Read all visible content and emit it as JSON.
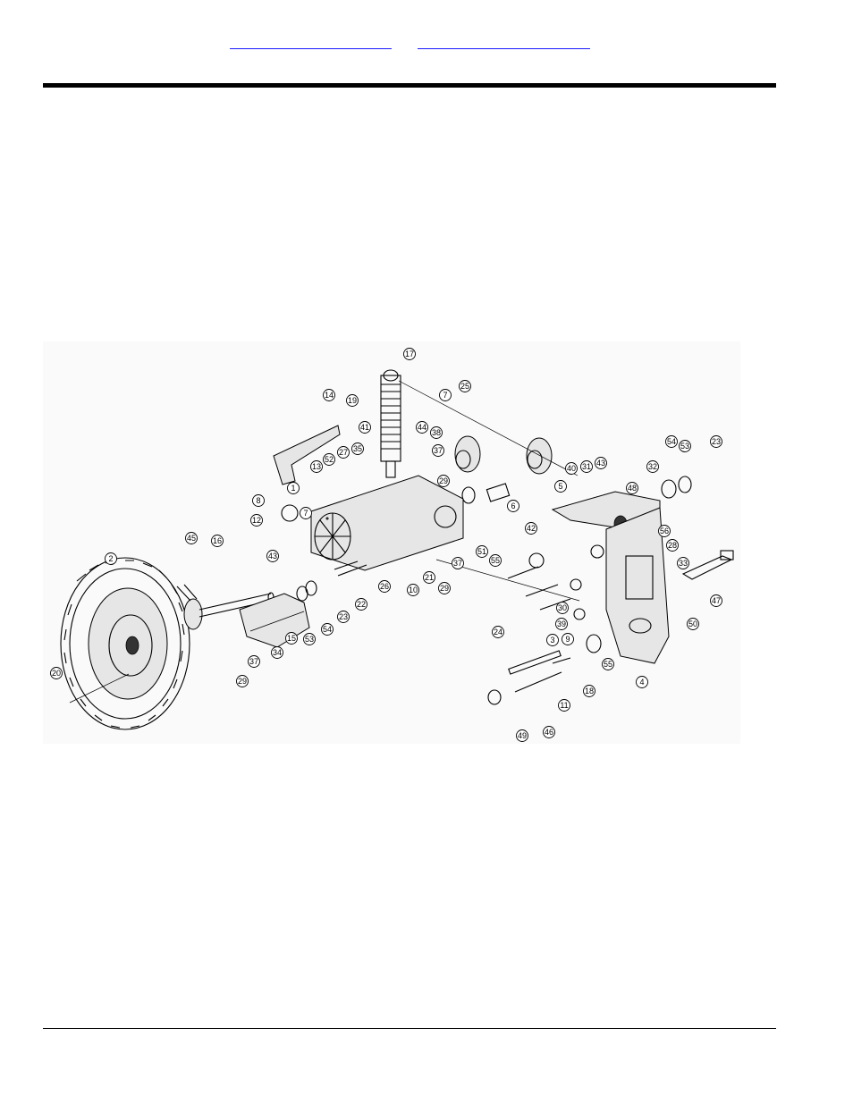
{
  "header": {
    "links": [
      "",
      ""
    ]
  },
  "callouts": [
    {
      "n": "17"
    },
    {
      "n": "14"
    },
    {
      "n": "19"
    },
    {
      "n": "7"
    },
    {
      "n": "25"
    },
    {
      "n": "44"
    },
    {
      "n": "38"
    },
    {
      "n": "37"
    },
    {
      "n": "29"
    },
    {
      "n": "41"
    },
    {
      "n": "35"
    },
    {
      "n": "27"
    },
    {
      "n": "13"
    },
    {
      "n": "52"
    },
    {
      "n": "1"
    },
    {
      "n": "8"
    },
    {
      "n": "7"
    },
    {
      "n": "43"
    },
    {
      "n": "12"
    },
    {
      "n": "45"
    },
    {
      "n": "16"
    },
    {
      "n": "2"
    },
    {
      "n": "20"
    },
    {
      "n": "29"
    },
    {
      "n": "37"
    },
    {
      "n": "34"
    },
    {
      "n": "15"
    },
    {
      "n": "53"
    },
    {
      "n": "54"
    },
    {
      "n": "23"
    },
    {
      "n": "22"
    },
    {
      "n": "26"
    },
    {
      "n": "10"
    },
    {
      "n": "21"
    },
    {
      "n": "29"
    },
    {
      "n": "37"
    },
    {
      "n": "55"
    },
    {
      "n": "6"
    },
    {
      "n": "5"
    },
    {
      "n": "40"
    },
    {
      "n": "31"
    },
    {
      "n": "43"
    },
    {
      "n": "42"
    },
    {
      "n": "48"
    },
    {
      "n": "32"
    },
    {
      "n": "54"
    },
    {
      "n": "53"
    },
    {
      "n": "23"
    },
    {
      "n": "56"
    },
    {
      "n": "28"
    },
    {
      "n": "33"
    },
    {
      "n": "47"
    },
    {
      "n": "50"
    },
    {
      "n": "51"
    },
    {
      "n": "24"
    },
    {
      "n": "30"
    },
    {
      "n": "39"
    },
    {
      "n": "9"
    },
    {
      "n": "3"
    },
    {
      "n": "18"
    },
    {
      "n": "55"
    },
    {
      "n": "4"
    },
    {
      "n": "11"
    },
    {
      "n": "49"
    },
    {
      "n": "46"
    }
  ]
}
